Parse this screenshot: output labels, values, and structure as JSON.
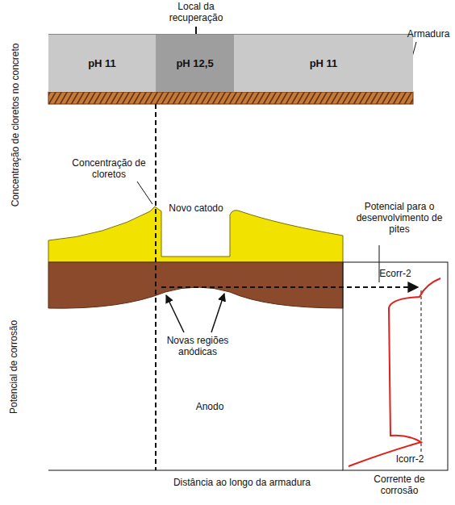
{
  "diagram": {
    "nodes": [
      {
        "text": [
          "pH 11"
        ]
      },
      {
        "text": [
          "pH 12,5"
        ]
      },
      {
        "text": [
          "pH 11"
        ]
      }
    ],
    "labels": [
      "Local da recuperação",
      "Armadura",
      "Concentração de cloretos no concreto",
      "Concentração de cloretos",
      "Novo catodo",
      "Potencial para o desenvolvimento de pites",
      "Ecorr-2",
      "Potencial de corrosão",
      "Novas regiões anódicas",
      "Anodo",
      "Icorr-2",
      "Distância ao longo da armadura",
      "Corrente de corrosão"
    ]
  }
}
